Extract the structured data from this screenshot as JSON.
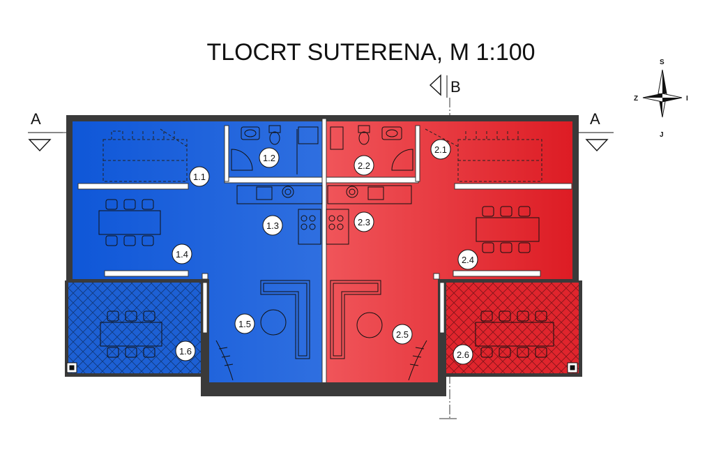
{
  "title": "TLOCRT SUTERENA, M 1:100",
  "section_a": "A",
  "section_b": "B",
  "compass": {
    "north": "S",
    "south": "J",
    "west": "Z",
    "east": "I"
  },
  "colors": {
    "unit1": "#1a5fd6",
    "unit2": "#e2242c",
    "wall": "#3a3a3a"
  },
  "rooms": [
    {
      "id": "1.1",
      "label": "1.1"
    },
    {
      "id": "1.2",
      "label": "1.2"
    },
    {
      "id": "1.3",
      "label": "1.3"
    },
    {
      "id": "1.4",
      "label": "1.4"
    },
    {
      "id": "1.5",
      "label": "1.5"
    },
    {
      "id": "1.6",
      "label": "1.6"
    },
    {
      "id": "2.1",
      "label": "2.1"
    },
    {
      "id": "2.2",
      "label": "2.2"
    },
    {
      "id": "2.3",
      "label": "2.3"
    },
    {
      "id": "2.4",
      "label": "2.4"
    },
    {
      "id": "2.5",
      "label": "2.5"
    },
    {
      "id": "2.6",
      "label": "2.6"
    }
  ]
}
